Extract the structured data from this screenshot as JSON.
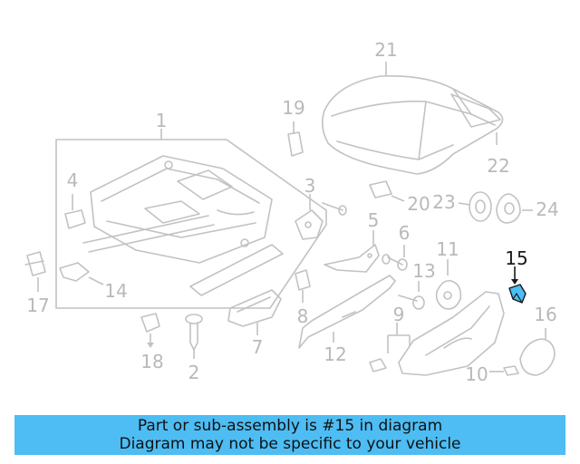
{
  "diagram": {
    "highlight_part": "15",
    "highlight_color": "#4dbdf3",
    "labels": [
      "1",
      "2",
      "3",
      "4",
      "5",
      "6",
      "7",
      "8",
      "9",
      "10",
      "11",
      "12",
      "13",
      "14",
      "15",
      "16",
      "17",
      "18",
      "19",
      "20",
      "21",
      "22",
      "23",
      "24"
    ]
  },
  "banner": {
    "line1": "Part or sub-assembly is #15 in diagram",
    "line2": "Diagram may not be specific to your vehicle",
    "background": "#4dbdf3"
  }
}
